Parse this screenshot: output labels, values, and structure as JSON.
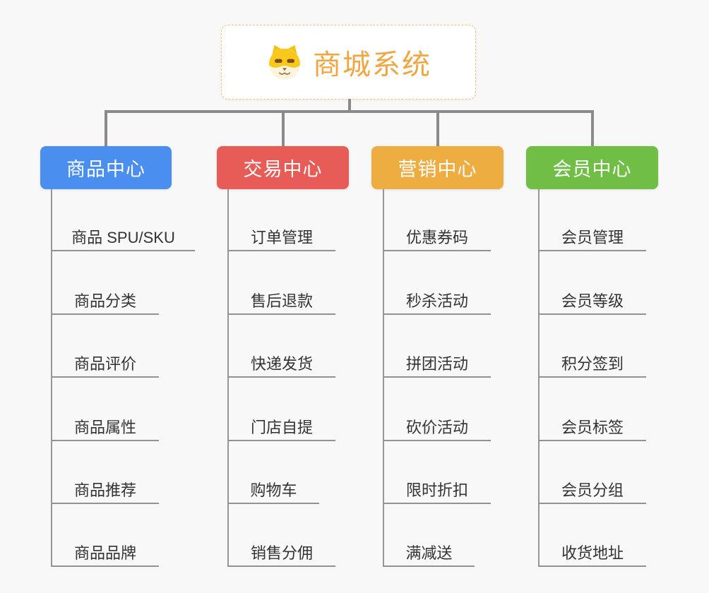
{
  "canvas": {
    "background": "#f8f8f8",
    "connector_color": "#8a8a8a",
    "leaf_line_color": "#929292"
  },
  "root": {
    "title": "商城系统",
    "icon": "dog-face-icon",
    "text_color": "#f0a742",
    "border_color": "#f2c27d",
    "background": "#ffffff"
  },
  "branches": [
    {
      "label": "商品中心",
      "color": "#4a8ef0",
      "items": [
        "商品 SPU/SKU",
        "商品分类",
        "商品评价",
        "商品属性",
        "商品推荐",
        "商品品牌"
      ]
    },
    {
      "label": "交易中心",
      "color": "#e85c58",
      "items": [
        "订单管理",
        "售后退款",
        "快递发货",
        "门店自提",
        "购物车",
        "销售分佣"
      ]
    },
    {
      "label": "营销中心",
      "color": "#edad41",
      "items": [
        "优惠券码",
        "秒杀活动",
        "拼团活动",
        "砍价活动",
        "限时折扣",
        "满减送"
      ]
    },
    {
      "label": "会员中心",
      "color": "#70be45",
      "items": [
        "会员管理",
        "会员等级",
        "积分签到",
        "会员标签",
        "会员分组",
        "收货地址"
      ]
    }
  ]
}
